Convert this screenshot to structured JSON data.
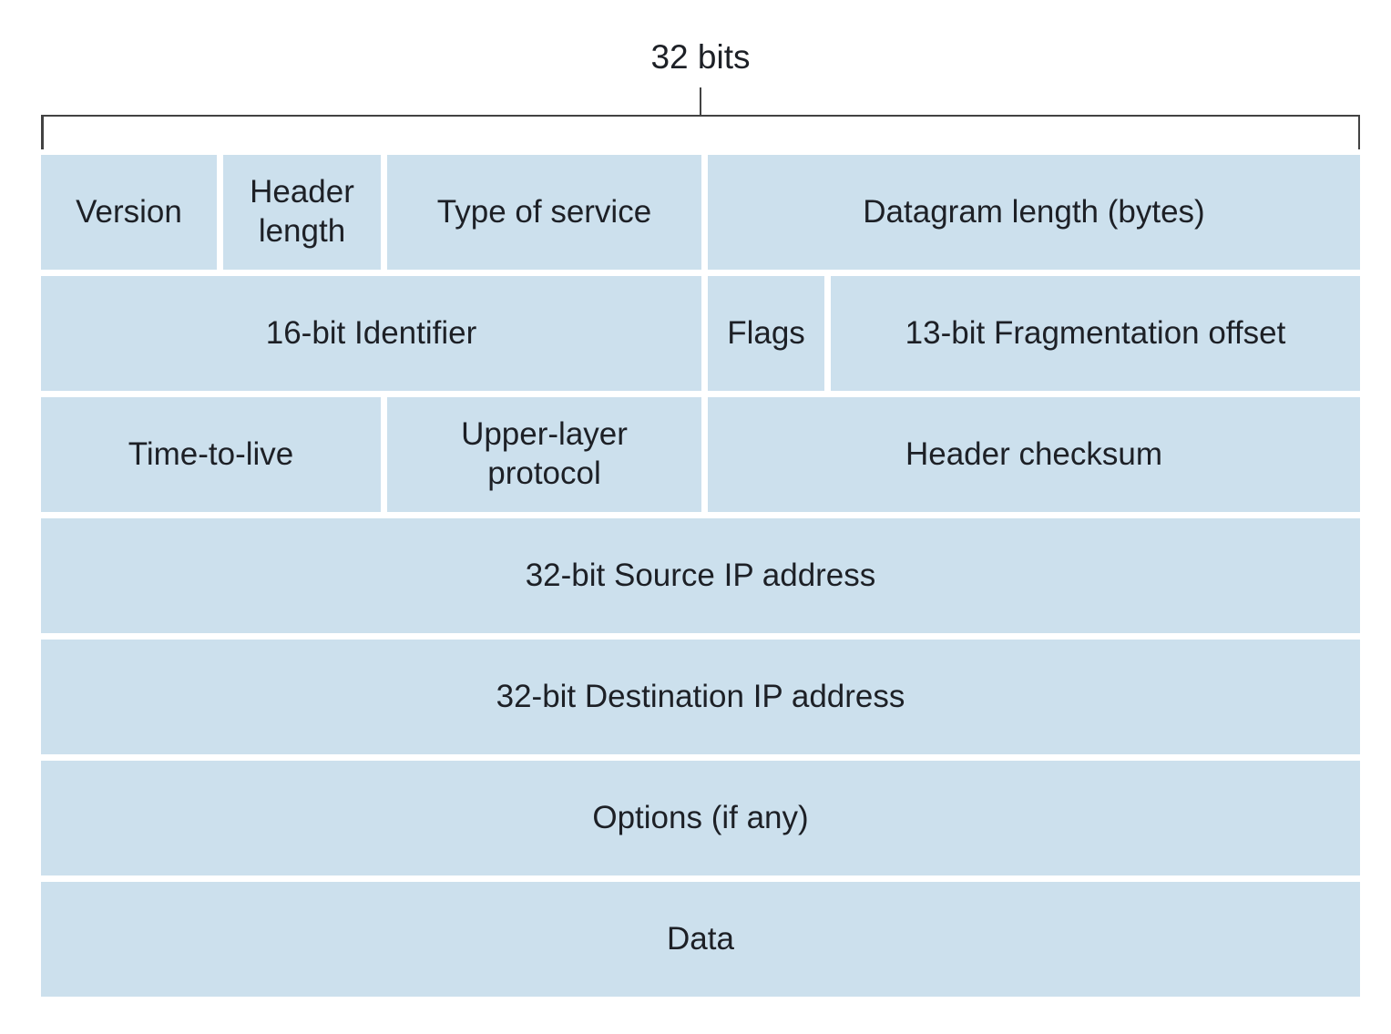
{
  "title": "32 bits",
  "colors": {
    "cell_fill": "#cce0ed",
    "text": "#1d2026",
    "bracket_line": "#424242",
    "background": "#ffffff"
  },
  "grid": {
    "rows": [
      {
        "cells": [
          {
            "label": "Version"
          },
          {
            "label": "Header length"
          },
          {
            "label": "Type of service"
          },
          {
            "label": "Datagram length (bytes)"
          }
        ]
      },
      {
        "cells": [
          {
            "label": "16-bit Identifier"
          },
          {
            "label": "Flags"
          },
          {
            "label": "13-bit Fragmentation offset"
          }
        ]
      },
      {
        "cells": [
          {
            "label": "Time-to-live"
          },
          {
            "label": "Upper-layer protocol"
          },
          {
            "label": "Header checksum"
          }
        ]
      },
      {
        "cells": [
          {
            "label": "32-bit Source IP address"
          }
        ]
      },
      {
        "cells": [
          {
            "label": "32-bit Destination IP address"
          }
        ]
      },
      {
        "cells": [
          {
            "label": "Options (if any)"
          }
        ]
      },
      {
        "cells": [
          {
            "label": "Data"
          }
        ]
      }
    ]
  }
}
